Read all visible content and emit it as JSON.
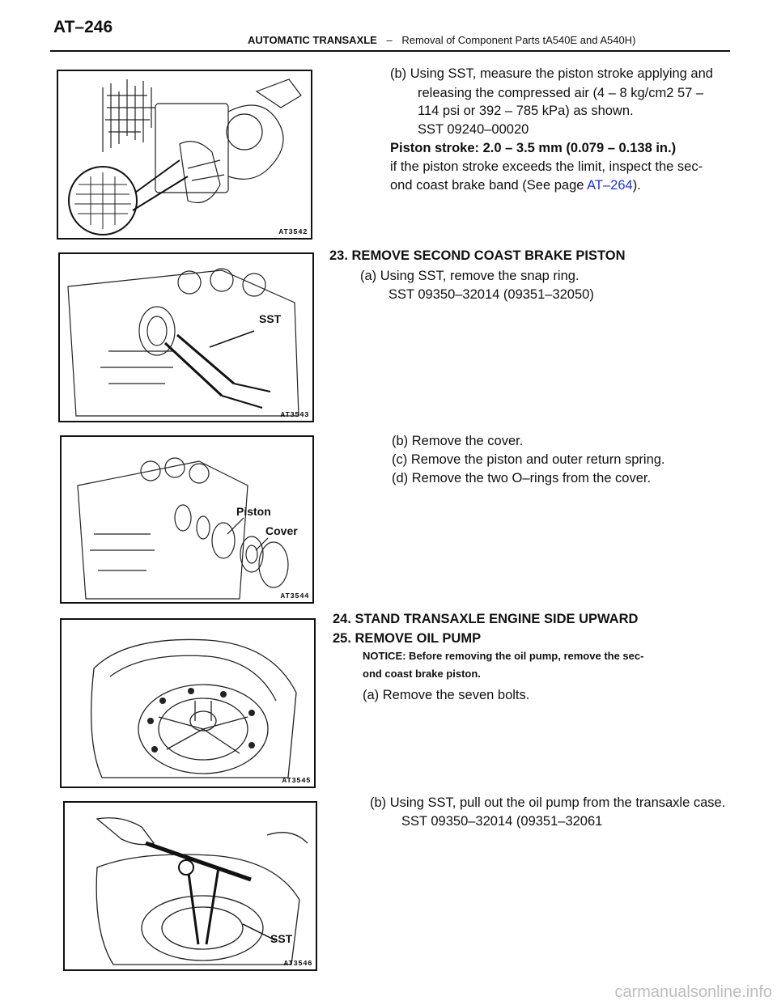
{
  "header": {
    "page_number": "AT–246",
    "section": "AUTOMATIC TRANSAXLE",
    "separator": "–",
    "subsection": "Removal of Component Parts tA540E and A540H)"
  },
  "figures": [
    {
      "code": "AT3542"
    },
    {
      "code": "AT3543",
      "label": "SST"
    },
    {
      "code": "AT3544",
      "labels": [
        "Piston",
        "Cover"
      ]
    },
    {
      "code": "AT3545"
    },
    {
      "code": "AT3546",
      "label": "SST"
    }
  ],
  "step22b": {
    "line1": "(b) Using SST, measure the piston stroke applying and",
    "line2": "releasing the compressed air (4 – 8 kg/cm2 57 –",
    "line3": "114 psi or 392 – 785 kPa) as shown.",
    "line4": "SST  09240–00020",
    "spec": "Piston stroke: 2.0 – 3.5 mm (0.079 – 0.138 in.)",
    "line6": "if the piston stroke exceeds the limit, inspect the sec-",
    "line7_pre": "ond coast brake band (See page ",
    "line7_link": "AT–264",
    "line7_post": ")."
  },
  "step23": {
    "heading": "23. REMOVE SECOND COAST BRAKE PISTON",
    "a": "(a) Using SST, remove the snap ring.",
    "a_sst": "SST  09350–32014  (09351–32050)",
    "b": "(b) Remove the cover.",
    "c": "(c) Remove the piston and outer return spring.",
    "d": "(d) Remove the two O–rings from the cover."
  },
  "step24": {
    "heading": "24. STAND TRANSAXLE ENGINE SIDE UPWARD"
  },
  "step25": {
    "heading": "25. REMOVE OIL PUMP",
    "notice1": "NOTICE: Before removing the oil pump, remove the sec-",
    "notice2": "ond coast brake piston.",
    "a": "(a) Remove the seven bolts.",
    "b": "(b) Using SST, pull out the oil pump from the transaxle case.",
    "b_sst": "SST  09350–32014  (09351–32061"
  },
  "watermark": "carmanualsonline.info"
}
